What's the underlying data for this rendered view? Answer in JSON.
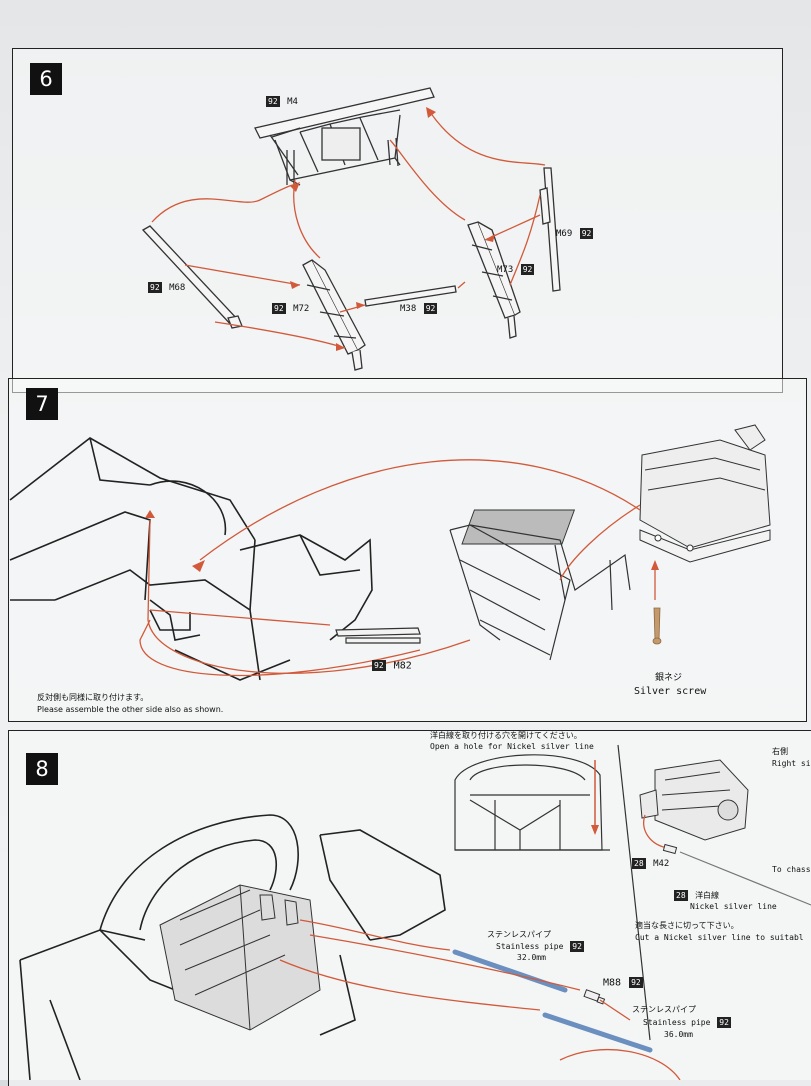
{
  "steps": {
    "s6": {
      "number": "6",
      "parts": {
        "m4": {
          "badge": "92",
          "label": "M4"
        },
        "m69": {
          "badge": "92",
          "label": "M69"
        },
        "m73": {
          "badge": "92",
          "label": "M73"
        },
        "m68": {
          "badge": "92",
          "label": "M68"
        },
        "m72": {
          "badge": "92",
          "label": "M72"
        },
        "m38": {
          "badge": "92",
          "label": "M38"
        }
      }
    },
    "s7": {
      "number": "7",
      "parts": {
        "m82": {
          "badge": "92",
          "label": "M82"
        }
      },
      "screw_jp": "銀ネジ",
      "screw_en": "Silver screw",
      "note_jp": "反対側も同様に取り付けます。",
      "note_en": "Please assemble the other side also as shown."
    },
    "s8": {
      "number": "8",
      "hole_jp": "洋白線を取り付ける穴を開けてください。",
      "hole_en": "Open a hole for Nickel silver line",
      "right_jp": "右側",
      "right_en": "Right si",
      "m42": {
        "badge": "28",
        "label": "M42"
      },
      "to_chassis": "To chass",
      "nickel": {
        "badge": "28",
        "jp": "洋白線",
        "en": "Nickel silver line"
      },
      "cut_jp": "適当な長さに切って下さい。",
      "cut_en": "Cut a Nickel silver line to suitabl",
      "pipe1": {
        "jp": "ステンレスパイプ",
        "en": "Stainless pipe",
        "badge": "92",
        "length": "32.0mm"
      },
      "m88": {
        "label": "M88",
        "badge": "92"
      },
      "pipe2": {
        "jp": "ステンレスパイプ",
        "en": "Stainless pipe",
        "badge": "92",
        "length": "36.0mm"
      }
    }
  }
}
